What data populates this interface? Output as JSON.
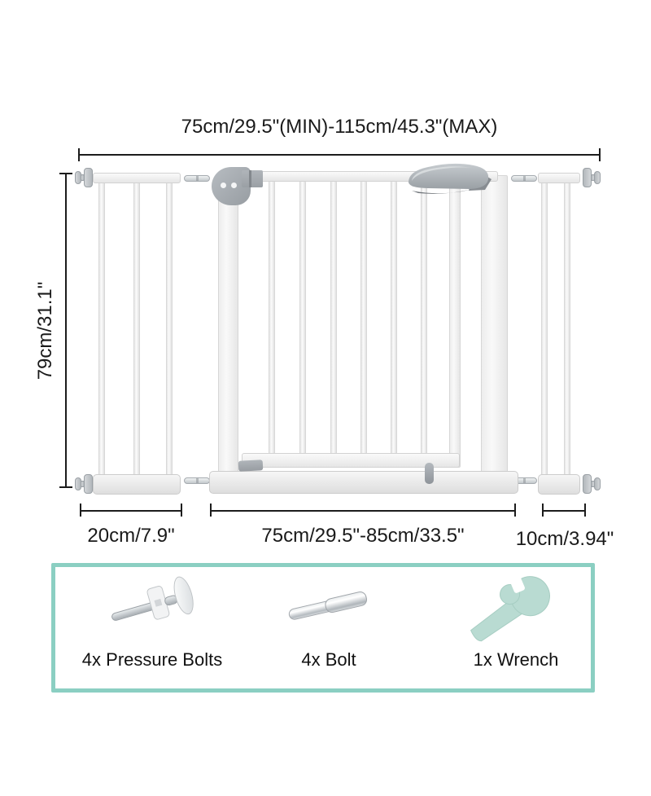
{
  "diagram": {
    "total_width_label": "75cm/29.5\"(MIN)-115cm/45.3\"(MAX)",
    "height_label": "79cm/31.1\"",
    "left_extension_width_label": "20cm/7.9\"",
    "door_width_label": "75cm/29.5\"-85cm/33.5\"",
    "right_extension_width_label": "10cm/3.94\""
  },
  "accessories": [
    {
      "icon": "pressure-bolt-icon",
      "label": "4x Pressure Bolts"
    },
    {
      "icon": "bolt-icon",
      "label": "4x Bolt"
    },
    {
      "icon": "wrench-icon",
      "label": "1x Wrench"
    }
  ],
  "colors": {
    "dimension_line": "#1c1c1c",
    "gate_fill": "#f2f2f2",
    "gate_border": "#d6d6d6",
    "hardware_gray": "#a7acb1",
    "box_border": "#8bcfc2",
    "wrench_mint": "#b9dbd2"
  }
}
